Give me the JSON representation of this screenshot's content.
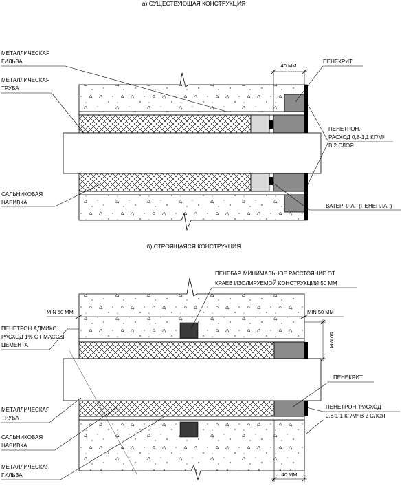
{
  "diagram": {
    "colors": {
      "concrete": "#ffffff",
      "steel": "#ffffff",
      "packing": "#ffffff",
      "penecrete": "#8c8c8c",
      "waterplug": "#d9d9d9",
      "penebar": "#3a3a3a",
      "penetron_strip": "#000000"
    },
    "part_a": {
      "title": "а) СУЩЕСТВУЮЩАЯ КОНСТРУКЦИЯ",
      "labels": {
        "sleeve_line1": "МЕТАЛЛИЧЕСКАЯ",
        "sleeve_line2": "ГИЛЬЗА",
        "pipe_line1": "МЕТАЛЛИЧЕСКАЯ",
        "pipe_line2": "ТРУБА",
        "packing_line1": "САЛЬНИКОВАЯ",
        "packing_line2": "НАБИВКА",
        "penecrete": "ПЕНЕКРИТ",
        "penetron_line1": "ПЕНЕТРОН.",
        "penetron_line2": "РАСХОД 0,8-1,1 КГ/М²",
        "penetron_line3": "В 2 СЛОЯ",
        "waterplug": "ВАТЕРПЛАГ (ПЕНЕПЛАГ)",
        "dim_40": "40 ММ"
      }
    },
    "part_b": {
      "title": "б) СТРОЯЩАЯСЯ КОНСТРУКЦИЯ",
      "labels": {
        "penebar_line1": "ПЕНЕБАР. МИНИМАЛЬНОЕ РАССТОЯНИЕ ОТ",
        "penebar_line2": "КРАЕВ ИЗОЛИРУЕМОЙ КОНСТРУКЦИИ 50 ММ",
        "min50_left": "MIN 50 ММ",
        "min50_right": "MIN 50 ММ",
        "dim_50_vertical": "50 ММ",
        "admix_line1": "ПЕНЕТРОН АДМИКС.",
        "admix_line2": "РАСХОД 1% ОТ МАССЫ",
        "admix_line3": "ЦЕМЕНТА",
        "penecrete": "ПЕНЕКРИТ",
        "penetron_line1": "ПЕНЕТРОН. РАСХОД",
        "penetron_line2": "0,8-1,1 КГ/М² В 2 СЛОЯ",
        "pipe_line1": "МЕТАЛЛИЧЕСКАЯ",
        "pipe_line2": "ТРУБА",
        "packing_line1": "САЛЬНИКОВАЯ",
        "packing_line2": "НАБИВКА",
        "sleeve_line1": "МЕТАЛЛИЧЕСКАЯ",
        "sleeve_line2": "ГИЛЬЗА",
        "dim_40": "40 ММ"
      }
    }
  }
}
